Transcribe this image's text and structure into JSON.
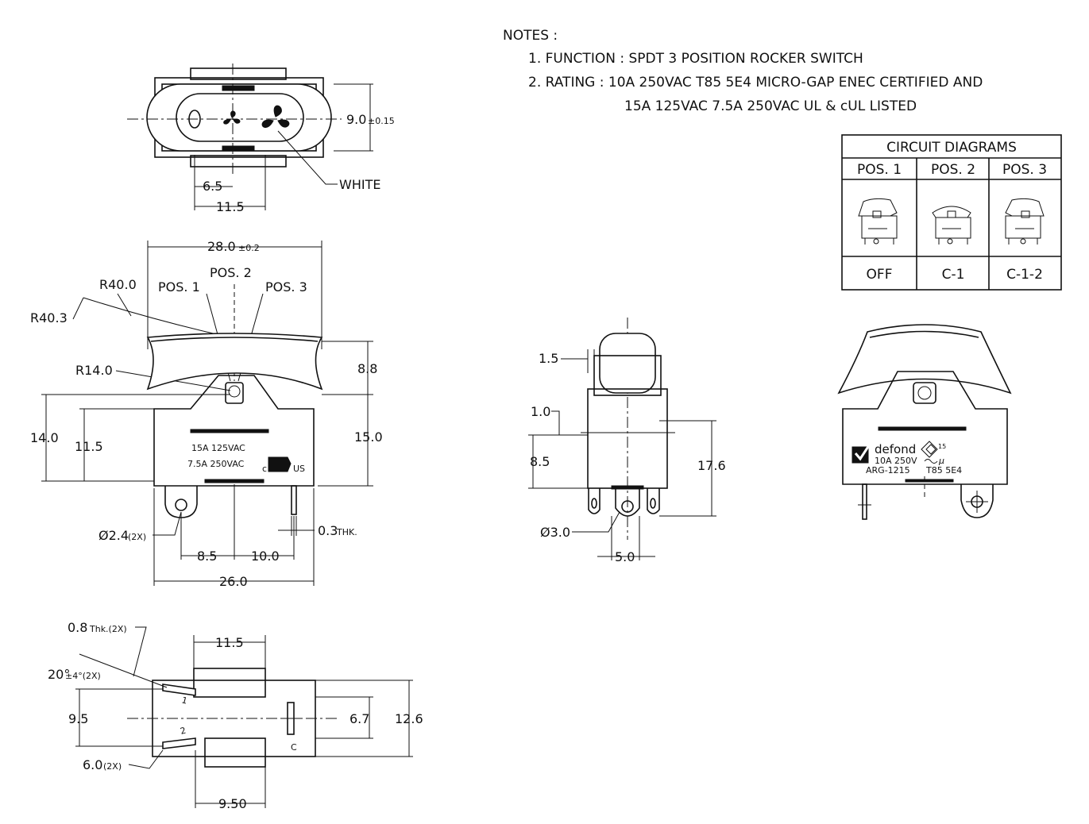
{
  "notes": {
    "heading": "NOTES :",
    "line1": "1. FUNCTION : SPDT 3 POSITION ROCKER SWITCH",
    "line2": "2. RATING : 10A 250VAC T85 5E4 MICRO-GAP ENEC CERTIFIED AND",
    "line3": "15A 125VAC 7.5A 250VAC UL & cUL LISTED"
  },
  "circuit_table": {
    "title": "CIRCUIT DIAGRAMS",
    "positions": [
      "POS. 1",
      "POS. 2",
      "POS. 3"
    ],
    "states": [
      "OFF",
      "C-1",
      "C-1-2"
    ]
  },
  "top_view": {
    "dim_height": "9.0",
    "dim_height_tol": "±0.15",
    "dim_a": "6.5",
    "dim_b": "11.5",
    "color_label": "WHITE"
  },
  "front_view": {
    "width": "28.0",
    "width_tol": "±0.2",
    "pos1": "POS. 1",
    "pos2": "POS. 2",
    "pos3": "POS. 3",
    "r40": "R40.0",
    "r403": "R40.3",
    "r14": "R14.0",
    "h88": "8.8",
    "h14": "14.0",
    "h115": "11.5",
    "h15": "15.0",
    "rating1": "15A  125VAC",
    "rating2": "7.5A  250VAC",
    "ul_c": "c",
    "ul_us": "US",
    "hole": "Ø2.4",
    "hole_qty": "(2X)",
    "thk": "0.3",
    "thk_unit": "THK.",
    "d85": "8.5",
    "d10": "10.0",
    "d26": "26.0"
  },
  "bottom_view": {
    "thk": "0.8",
    "thk_unit": "Thk.(2X)",
    "angle": "20°",
    "angle_tol": "±4°(2X)",
    "w115": "11.5",
    "h95": "9.5",
    "h67": "6.7",
    "h126": "12.6",
    "d60": "6.0",
    "d60_qty": "(2X)",
    "d950": "9.50",
    "term1": "1",
    "term2": "2",
    "termc": "C"
  },
  "side_view": {
    "d15": "1.5",
    "d10": "1.0",
    "d85": "8.5",
    "d176": "17.6",
    "d30": "Ø3.0",
    "d50": "5.0"
  },
  "rear_view": {
    "brand": "defond",
    "rating": "10A 250V",
    "model": "ARG-1215",
    "temp": "T85 5E4",
    "enec_num": "15"
  }
}
